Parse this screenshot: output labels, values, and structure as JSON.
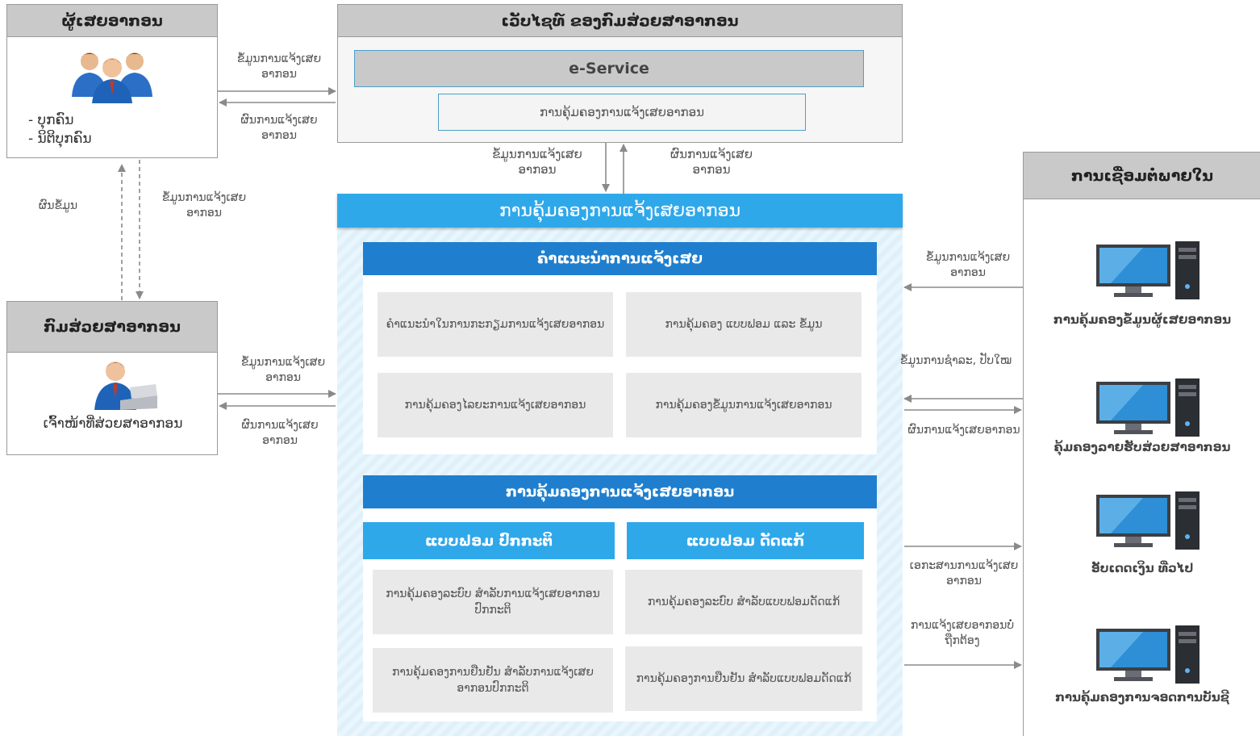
{
  "taxpayer": {
    "title": "ຜູ້ເສຍອາກອນ",
    "items": [
      "ບຸກຄົນ",
      "ນິຕິບຸກຄົນ"
    ]
  },
  "tax_unit": {
    "title": "ກົມສ່ວຍສາອາກອນ",
    "officer_label": "ເຈົ້າໜ້າທີ່ສ່ວຍສາອາກອນ"
  },
  "website": {
    "title": "ເວັບໄຊທ໌ ຂອງກົມສ່ວຍສາອາກອນ",
    "eservice": "e-Service",
    "inner_box": "ການຄຸ້ມຄອງການແຈ້ງເສຍອາກອນ"
  },
  "main": {
    "banner": "ການຄຸ້ມຄອງການແຈ້ງເສຍອາກອນ",
    "section1_title": "ຄຳແນະນຳການແຈ້ງເສຍ",
    "section1_boxes": [
      "ຄຳແນະນຳໃນການກະກຽມການແຈ້ງເສຍອາກອນ",
      "ການຄຸ້ມຄອງ ແບບຟອມ ແລະ ຂໍ້ມູນ",
      "ການຄຸ້ມຄອງໄລຍະການແຈ້ງເສຍອາກອນ",
      "ການຄຸ້ມຄອງຂໍ້ມູນການແຈ້ງເສຍອາກອນ"
    ],
    "section2_title": "ການຄຸ້ມຄອງການແຈ້ງເສຍອາກອນ",
    "normal_form": "ແບບຟອມ ປົກກະຕິ",
    "revised_form": "ແບບຟອມ ດັດແກ້",
    "section2_boxes": [
      "ການຄຸ້ມຄອງລະບົບ ສຳລັບການແຈ້ງເສຍອາກອນປົກກະຕິ",
      "ການຄຸ້ມຄອງລະບົບ ສຳລັບແບບຟອມດັດແກ້",
      "ການຄຸ້ມຄອງການຢືນຢັນ ສຳລັບການແຈ້ງເສຍອາກອນປົກກະຕິ",
      "ການຄຸ້ມຄອງການຢືນຢັນ ສຳລັບແບບຟອມດັດແກ້"
    ]
  },
  "external": {
    "title": "ການເຊື່ອມຕໍ່ພາຍໃນ",
    "systems": [
      "ການຄຸ້ມຄອງຂໍ້ມູນຜູ້ເສຍອາກອນ",
      "ຄຸ້ມຄອງລາຍຮັບສ່ວຍສາອາກອນ",
      "ອັບເດດເງິນ ທີ່ວໄປ",
      "ການຄຸ້ມຄອງການຈອດການບັນຊີ"
    ]
  },
  "flows": {
    "taxpayer_to_web": "ຂໍ້ມູນການແຈ້ງເສຍອາກອນ",
    "web_to_taxpayer": "ຜົນການແຈ້ງເສຍອາກອນ",
    "web_to_main": "ຂໍ້ມູນການແຈ້ງເສຍອາກອນ",
    "main_to_web": "ຜົນການແຈ້ງເສຍອາກອນ",
    "unit_to_taxpayer": "ຜົນຂໍ້ມູນ",
    "taxpayer_to_unit": "ຂໍ້ມູນການແຈ້ງເສຍອາກອນ",
    "unit_to_main": "ຂໍ້ມູນການແຈ້ງເສຍອາກອນ",
    "main_to_unit": "ຜົນການແຈ້ງເສຍອາກອນ",
    "ext_taxpayer_data": "ຂໍ້ມູນການແຈ້ງເສຍອາກອນ",
    "ext_payment": "ຂໍ້ມູນການຊຳລະ, ປັບໃໝ",
    "ext_result": "ຜົນການແຈ້ງເສຍອາກອນ",
    "ext_docs": "ເອກະສານການແຈ້ງເສຍອາກອນ",
    "ext_wrong": "ການແຈ້ງເສຍອາກອນບໍ່ຖືກຕ້ອງ"
  },
  "colors": {
    "blue": "#1f7fce",
    "cyan": "#2fa8ea",
    "panel_grey": "#c9c9c9",
    "box_grey": "#e9e9e9"
  }
}
